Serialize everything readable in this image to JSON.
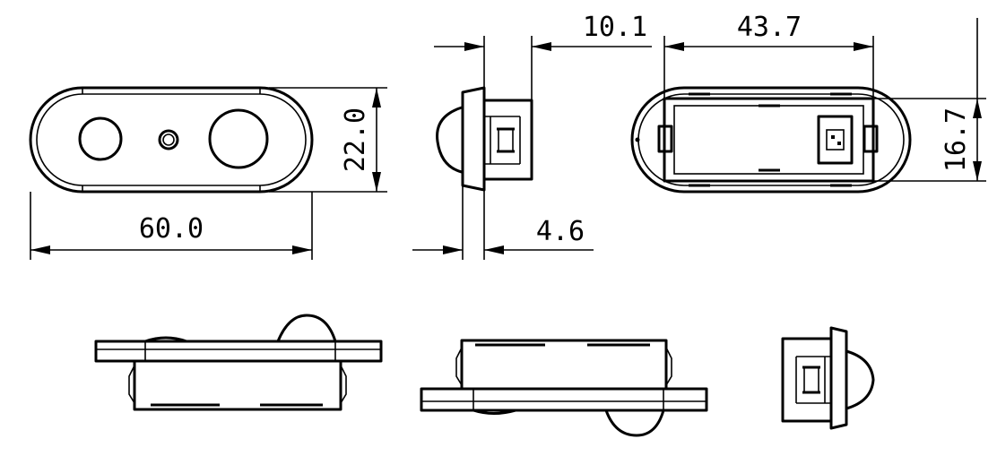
{
  "dimensions": {
    "front_width": "60.0",
    "front_height": "22.0",
    "side_depth": "10.1",
    "side_flange": "4.6",
    "back_width": "43.7",
    "back_height": "16.7"
  }
}
